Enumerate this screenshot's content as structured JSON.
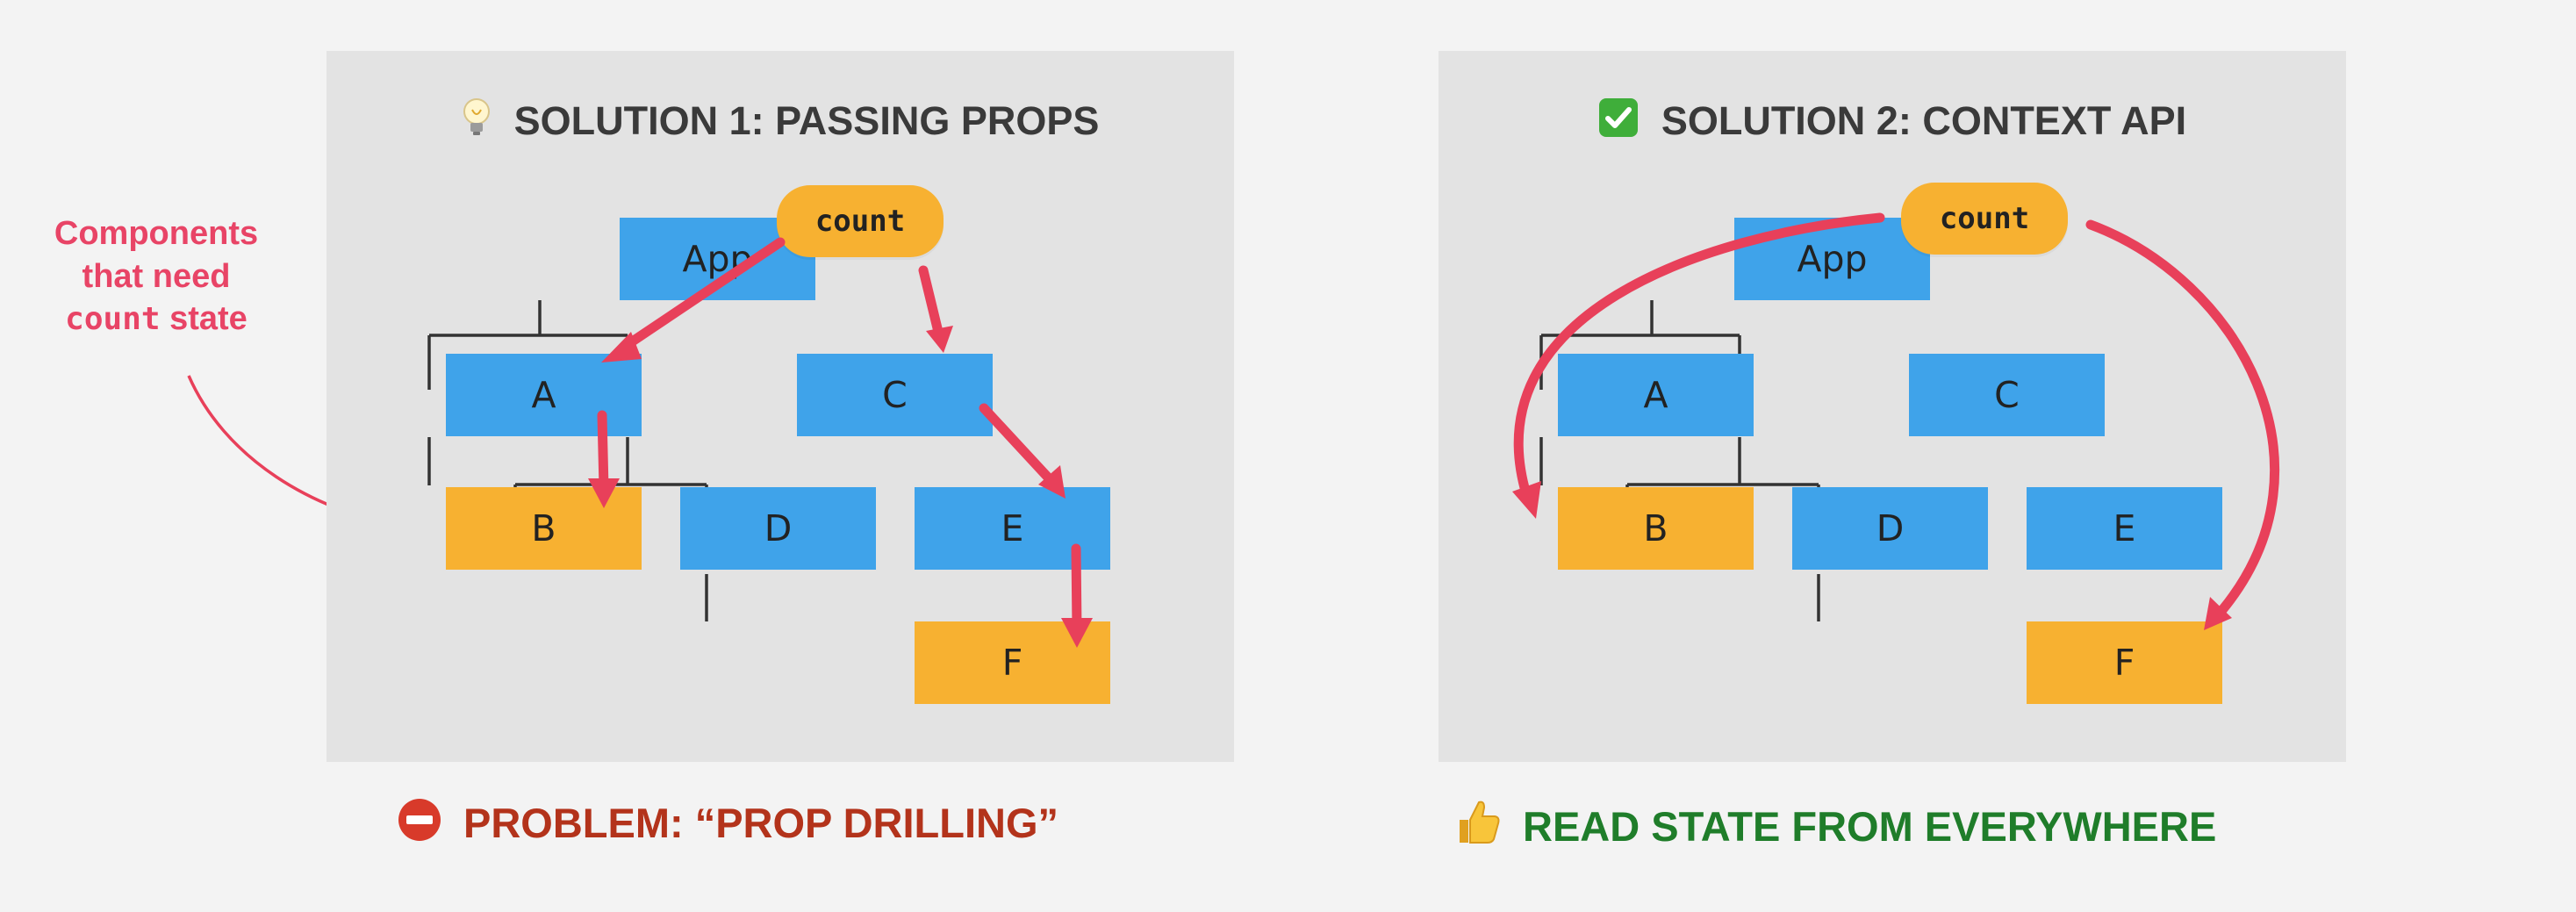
{
  "panel1": {
    "title": "SOLUTION 1: PASSING PROPS",
    "title_icon": "lightbulb-icon",
    "state_pill": "count",
    "nodes": {
      "app": "App",
      "a": "A",
      "b": "B",
      "c": "C",
      "d": "D",
      "e": "E",
      "f": "F"
    },
    "footer": "PROBLEM: “PROP DRILLING”",
    "footer_icon": "no-entry-icon"
  },
  "panel2": {
    "title": "SOLUTION 2: CONTEXT API",
    "title_icon": "check-mark-icon",
    "state_pill": "count",
    "nodes": {
      "app": "App",
      "a": "A",
      "b": "B",
      "c": "C",
      "d": "D",
      "e": "E",
      "f": "F"
    },
    "footer": "READ STATE FROM EVERYWHERE",
    "footer_icon": "thumbs-up-icon"
  },
  "annotation": {
    "line1": "Components",
    "line2": "that need",
    "code": "count",
    "suffix": "state"
  },
  "colors": {
    "component_blue": "#3fa3ea",
    "state_consumer_amber": "#f7b131",
    "arrow_red": "#e8405a",
    "panel_bg": "#e3e3e3",
    "problem_red": "#b3331b",
    "success_green": "#1f7d2a"
  }
}
